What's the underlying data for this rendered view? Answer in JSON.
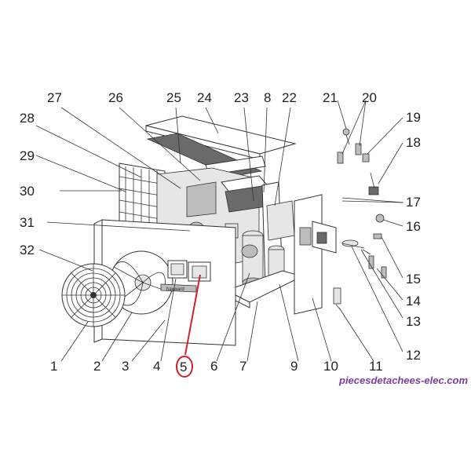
{
  "diagram": {
    "labels": [
      "1",
      "2",
      "3",
      "4",
      "5",
      "6",
      "7",
      "9",
      "10",
      "11",
      "12",
      "13",
      "14",
      "15",
      "16",
      "17",
      "18",
      "19",
      "20",
      "21",
      "22",
      "8",
      "23",
      "24",
      "25",
      "26",
      "27",
      "28",
      "29",
      "30",
      "31",
      "32"
    ],
    "highlighted": "5",
    "brand_plate": "hayward",
    "colors": {
      "highlight": "#d0202a",
      "watermark": "#7b3fa0",
      "line": "#333333"
    }
  },
  "watermark": {
    "text": "piecesdetachees-elec.com"
  }
}
